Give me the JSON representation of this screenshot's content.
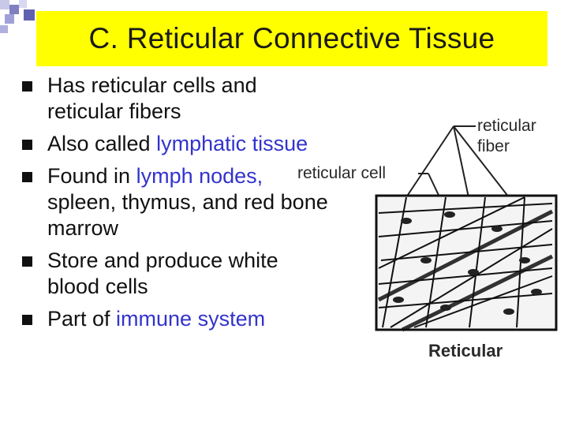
{
  "slide": {
    "title": "C. Reticular Connective Tissue"
  },
  "bullets": [
    {
      "parts": [
        {
          "text": "Has reticular cells and reticular fibers"
        }
      ]
    },
    {
      "parts": [
        {
          "text": "Also called "
        },
        {
          "text": "lymphatic tissue",
          "highlight": true
        }
      ]
    },
    {
      "parts": [
        {
          "text": "Found in "
        },
        {
          "text": "lymph nodes,",
          "highlight": true
        },
        {
          "text": " spleen, thymus, and red bone marrow"
        }
      ]
    },
    {
      "parts": [
        {
          "text": "Store and produce white blood cells"
        }
      ]
    },
    {
      "parts": [
        {
          "text": "Part of "
        },
        {
          "text": "immune system",
          "highlight": true
        }
      ]
    }
  ],
  "figure": {
    "label_fiber": "reticular fiber",
    "label_cell": "reticular cell",
    "caption": "Reticular"
  },
  "colors": {
    "title_background": "#ffff00",
    "highlight_text": "#3333cc",
    "body_text": "#111111",
    "decoration": "#8080c0"
  },
  "icons": {
    "bullet": "square-bullet-icon",
    "corner": "corner-squares-decoration"
  }
}
